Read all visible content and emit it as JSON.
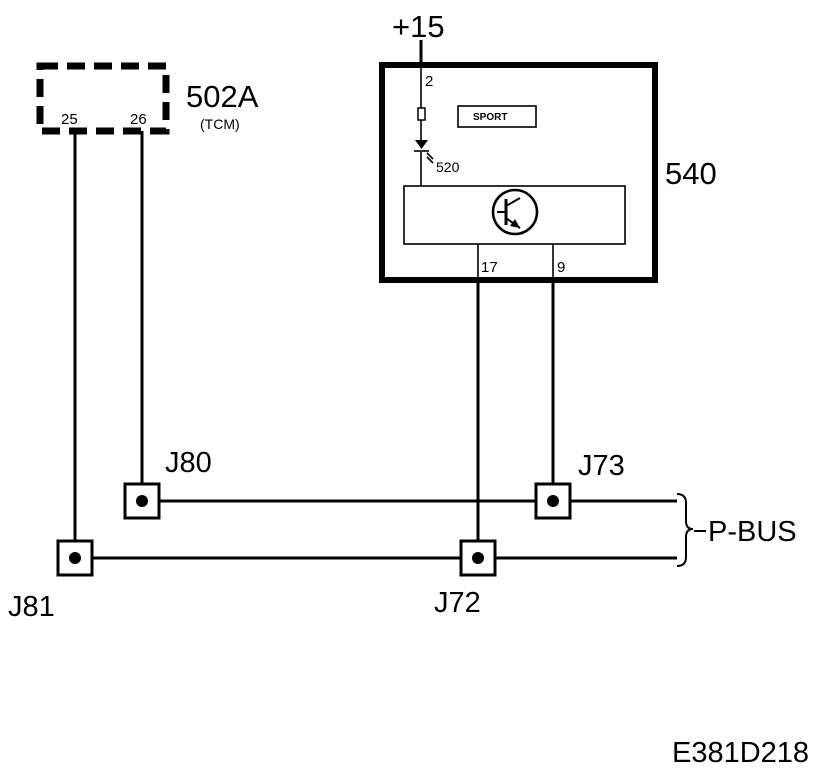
{
  "supply": {
    "label": "+15",
    "pin": "2"
  },
  "tcm": {
    "id": "502A",
    "name": "(TCM)",
    "pins": [
      "25",
      "26"
    ]
  },
  "module": {
    "id": "540",
    "indicator_label": "SPORT",
    "led_ref": "520",
    "pins": [
      "17",
      "9"
    ]
  },
  "junctions": {
    "j80": "J80",
    "j81": "J81",
    "j72": "J72",
    "j73": "J73"
  },
  "bus": {
    "label": "P-BUS"
  },
  "figure_code": "E381D218"
}
